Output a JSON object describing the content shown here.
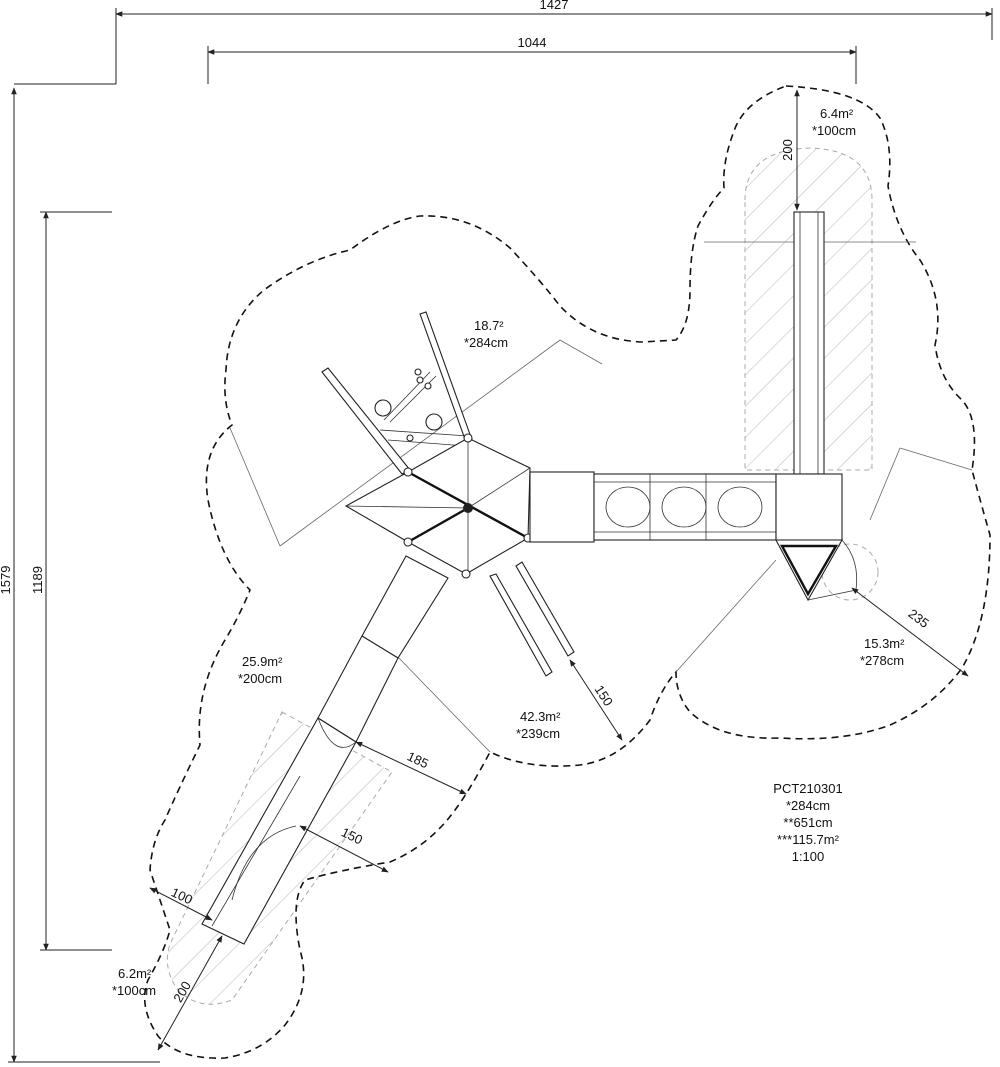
{
  "dimensions": {
    "overall_width": "1427",
    "inner_width": "1044",
    "overall_height": "1579",
    "inner_height": "1189",
    "top_zone_depth": "200",
    "right_zone_depth": "235",
    "mid_zone_depth": "150",
    "slide_side_outer": "185",
    "slide_side_inner": "150",
    "slide_exit_width": "100",
    "slide_exit_depth": "200"
  },
  "zones": {
    "top_right": {
      "area": "6.4m²",
      "height": "*100cm"
    },
    "top_left": {
      "area": "18.7²",
      "height": "*284cm"
    },
    "left": {
      "area": "25.9m²",
      "height": "*200cm"
    },
    "center": {
      "area": "42.3m²",
      "height": "*239cm"
    },
    "right": {
      "area": "15.3m²",
      "height": "*278cm"
    },
    "slide_exit": {
      "area": "6.2m²",
      "height": "*100cm"
    }
  },
  "product": {
    "code": "PCT210301",
    "line1": "*284cm",
    "line2": "**651cm",
    "line3": "***115.7m²",
    "scale": "1:100"
  }
}
